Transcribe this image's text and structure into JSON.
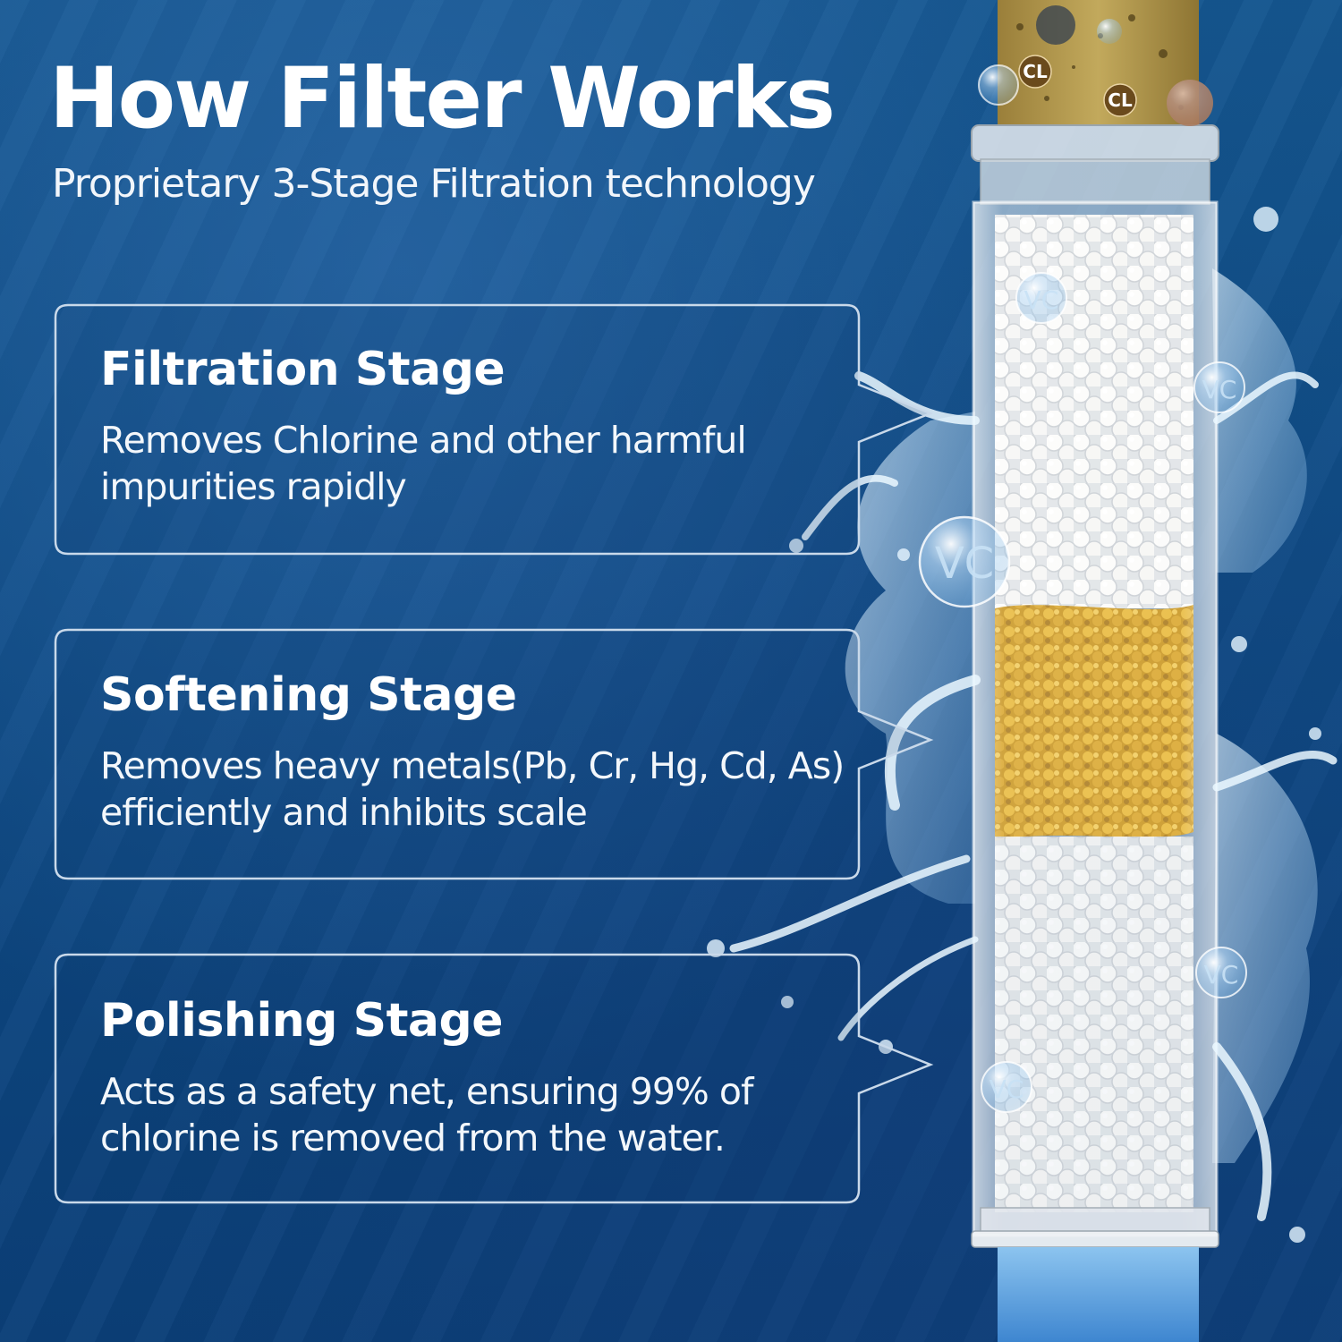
{
  "header": {
    "title": "How Filter Works",
    "subtitle": "Proprietary 3-Stage Filtration technology"
  },
  "stages": [
    {
      "title": "Filtration Stage",
      "description": "Removes Chlorine and other harmful impurities rapidly"
    },
    {
      "title": "Softening Stage",
      "description": "Removes heavy metals(Pb, Cr, Hg, Cd, As) efficiently and inhibits scale"
    },
    {
      "title": "Polishing Stage",
      "description": "Acts as a safety net, ensuring 99% of chlorine is removed from the water."
    }
  ],
  "filter_labels": {
    "cl": "CL",
    "vc": "VC"
  },
  "colors": {
    "background": "#0f4c86",
    "callout_border": "#c9d9ea",
    "media_white": "#f4f4f2",
    "media_gold": "#d9a92a",
    "dirty_water": "#b59a4c"
  }
}
